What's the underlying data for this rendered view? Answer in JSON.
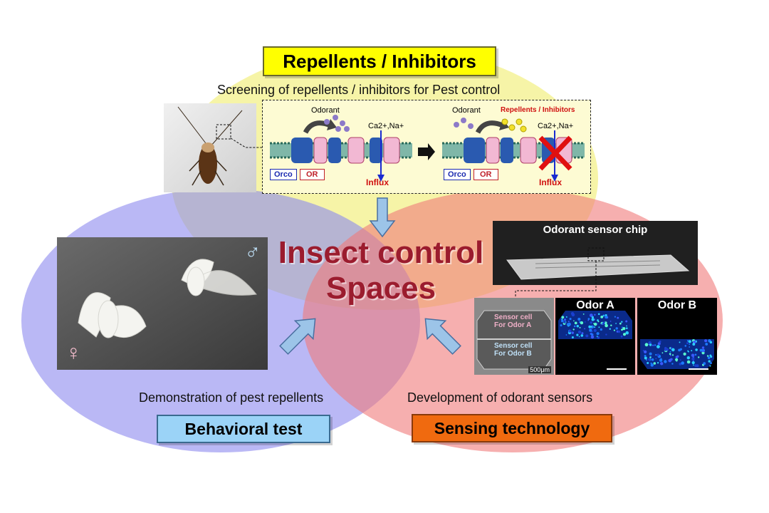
{
  "center": {
    "line1": "Insect control",
    "line2": "Spaces"
  },
  "top": {
    "title": "Repellents / Inhibitors",
    "caption": "Screening of repellents / inhibitors for Pest control",
    "diagram": {
      "odorant_label": "Odorant",
      "ion_label": "Ca2+,Na+",
      "orco_label": "Orco",
      "or_label": "OR",
      "influx_label": "Influx",
      "repellents_label": "Repellents / Inhibitors"
    }
  },
  "left": {
    "title": "Behavioral test",
    "caption": "Demonstration of pest repellents",
    "male_symbol": "♂",
    "female_symbol": "♀"
  },
  "right": {
    "title": "Sensing technology",
    "caption": "Development of odorant sensors",
    "chip_label": "Odorant sensor chip",
    "sensor_a": "Sensor cell\nFor Odor A",
    "sensor_b": "Sensor cell\nFor Odor B",
    "scale": "500μm",
    "odor_a": "Odor A",
    "odor_b": "Odor B"
  },
  "colors": {
    "yellow_circle": "#f3f08a",
    "blue_circle": "#a9a6f2",
    "red_circle": "#f49595",
    "title_red": "#9b1c2e",
    "box_yellow": "#ffff00",
    "box_blue": "#9bd3f7",
    "box_orange": "#f06a0f"
  }
}
